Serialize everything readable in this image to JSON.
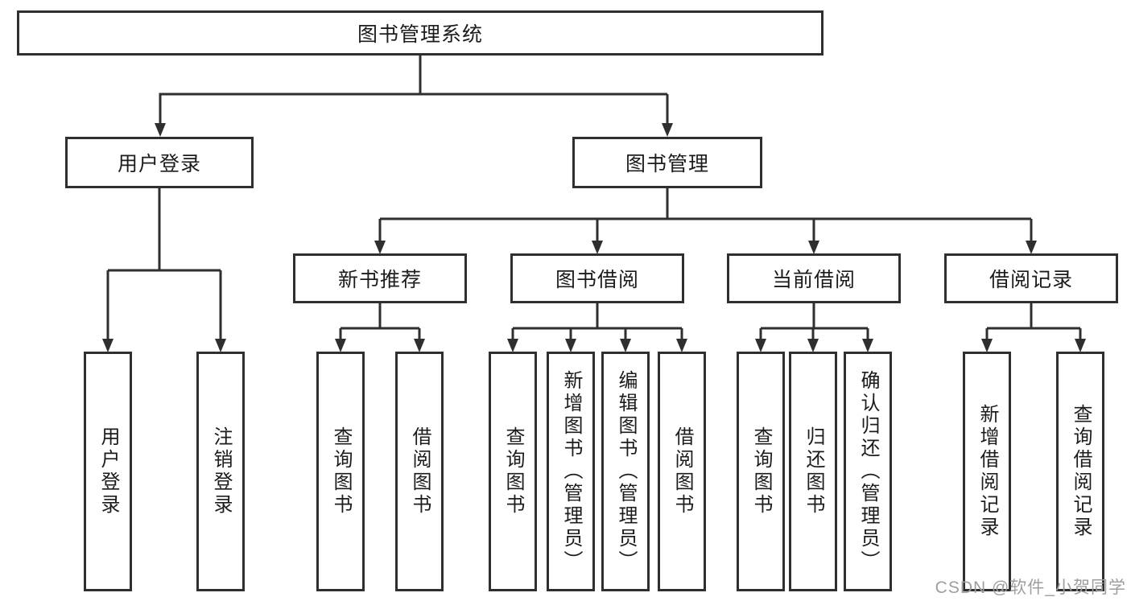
{
  "colors": {
    "background": "#ffffff",
    "line": "#2f2f2f",
    "border": "#2f2f2f",
    "text": "#1c1c1c",
    "watermark": "#9e9e9e"
  },
  "tree": {
    "root": {
      "label": "图书管理系统"
    },
    "branches": [
      {
        "label": "用户登录",
        "children": [
          {
            "label": "用户登录"
          },
          {
            "label": "注销登录"
          }
        ]
      },
      {
        "label": "图书管理",
        "sections": [
          {
            "label": "新书推荐",
            "children": [
              {
                "label": "查询图书"
              },
              {
                "label": "借阅图书"
              }
            ]
          },
          {
            "label": "图书借阅",
            "children": [
              {
                "label": "查询图书"
              },
              {
                "label": "新增图书（管理员）"
              },
              {
                "label": "编辑图书（管理员）"
              },
              {
                "label": "借阅图书"
              }
            ]
          },
          {
            "label": "当前借阅",
            "children": [
              {
                "label": "查询图书"
              },
              {
                "label": "归还图书"
              },
              {
                "label": "确认归还（管理员）"
              }
            ]
          },
          {
            "label": "借阅记录",
            "children": [
              {
                "label": "新增借阅记录"
              },
              {
                "label": "查询借阅记录"
              }
            ]
          }
        ]
      }
    ]
  },
  "watermark": {
    "text": "CSDN @软件_小贺同学"
  }
}
